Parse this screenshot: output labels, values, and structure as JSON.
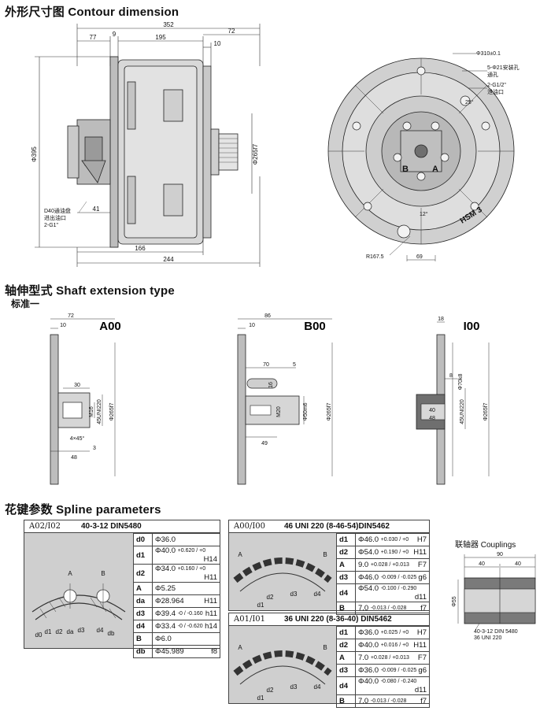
{
  "sections": {
    "contour": "外形尺寸图  Contour dimension",
    "shaft": "轴伸型式  Shaft extension type",
    "shaft_sub": "标准一",
    "spline": "花键参数  Spline parameters"
  },
  "contour": {
    "dims": {
      "d352": "352",
      "d77": "77",
      "d9": "9",
      "d195": "195",
      "d72": "72",
      "d10": "10",
      "d395": "Φ395",
      "d265": "Φ265f7",
      "d41": "41",
      "d166": "166",
      "d244": "244",
      "note": [
        "D40通油盘",
        "进出油口",
        "2-G1\""
      ]
    },
    "front": {
      "labels": [
        "Φ310±0.1",
        "5-Φ21安装孔",
        "通孔",
        "2-G1/2\"",
        "泄油口"
      ],
      "r167": "R167.5",
      "d69": "69",
      "a12": "12°",
      "a25": "25°",
      "port_a": "A",
      "port_b": "B",
      "model": "HSM 3"
    }
  },
  "shaft": {
    "a00": {
      "title": "A00",
      "dims": [
        "72",
        "10",
        "30",
        "M16",
        "45UNI220",
        "Φ265f7",
        "4×45°",
        "3",
        "48"
      ]
    },
    "b00": {
      "title": "B00",
      "dims": [
        "86",
        "10",
        "70",
        "5",
        "16",
        "Φ50m6",
        "M20",
        "Φ265f7",
        "49"
      ]
    },
    "i00": {
      "title": "I00",
      "dims": [
        "18",
        "8",
        "Φ70k8",
        "40",
        "48",
        "45UNI220",
        "Φ265f7"
      ]
    }
  },
  "spline": {
    "table1": {
      "code": "A02/I02",
      "title": "40-3-12  DIN5480",
      "rows": [
        {
          "k": "d0",
          "v": "Φ36.0",
          "tol": "",
          "g": ""
        },
        {
          "k": "d1",
          "v": "Φ40.0",
          "tol": "+0.620 / +0",
          "g": "H14"
        },
        {
          "k": "d2",
          "v": "Φ34.0",
          "tol": "+0.160 / +0",
          "g": "H11"
        },
        {
          "k": "A",
          "v": "Φ5.25",
          "tol": "",
          "g": ""
        },
        {
          "k": "da",
          "v": "Φ28.964",
          "tol": "",
          "g": "H11"
        },
        {
          "k": "d3",
          "v": "Φ39.4",
          "tol": "-0 / -0.160",
          "g": "h11"
        },
        {
          "k": "d4",
          "v": "Φ33.4",
          "tol": "-0 / -0.620",
          "g": "h14"
        },
        {
          "k": "B",
          "v": "Φ6.0",
          "tol": "",
          "g": ""
        },
        {
          "k": "db",
          "v": "Φ45.989",
          "tol": "",
          "g": "f8"
        }
      ],
      "fig": [
        "A",
        "B",
        "d0",
        "d1",
        "d2",
        "da",
        "d3",
        "d4",
        "db"
      ]
    },
    "table2": {
      "code": "A00/I00",
      "title": "46 UNI 220 (8-46-54)DIN5462",
      "rows": [
        {
          "k": "d1",
          "v": "Φ46.0",
          "tol": "+0.030 / +0",
          "g": "H7"
        },
        {
          "k": "d2",
          "v": "Φ54.0",
          "tol": "+0.190 / +0",
          "g": "H11"
        },
        {
          "k": "A",
          "v": "9.0",
          "tol": "+0.028 / +0.013",
          "g": "F7"
        },
        {
          "k": "d3",
          "v": "Φ46.0",
          "tol": "-0.009 / -0.025",
          "g": "g6"
        },
        {
          "k": "d4",
          "v": "Φ54.0",
          "tol": "-0.100 / -0.290",
          "g": "d11"
        },
        {
          "k": "B",
          "v": "7.0",
          "tol": "-0.013 / -0.028",
          "g": "f7"
        }
      ],
      "fig": [
        "A",
        "B",
        "d1",
        "d2",
        "d3",
        "d4"
      ]
    },
    "table3": {
      "code": "A01/I01",
      "title": "36 UNI 220 (8-36-40) DIN5462",
      "rows": [
        {
          "k": "d1",
          "v": "Φ36.0",
          "tol": "+0.025 / +0",
          "g": "H7"
        },
        {
          "k": "d2",
          "v": "Φ40.0",
          "tol": "+0.016 / +0",
          "g": "H11"
        },
        {
          "k": "A",
          "v": "7.0",
          "tol": "+0.028 / +0.013",
          "g": "F7"
        },
        {
          "k": "d3",
          "v": "Φ36.0",
          "tol": "-0.009 / -0.025",
          "g": "g6"
        },
        {
          "k": "d4",
          "v": "Φ40.0",
          "tol": "-0.080 / -0.240",
          "g": "d11"
        },
        {
          "k": "B",
          "v": "7.0",
          "tol": "-0.013 / -0.028",
          "g": "f7"
        }
      ],
      "fig": [
        "A",
        "B",
        "d1",
        "d2",
        "d3",
        "d4"
      ]
    }
  },
  "couplings": {
    "title": "联轴器 Couplings",
    "dims": [
      "90",
      "40",
      "40",
      "Φ55"
    ],
    "note1": "40-3-12 DIN 5480",
    "note2": "36 UNI 220"
  }
}
